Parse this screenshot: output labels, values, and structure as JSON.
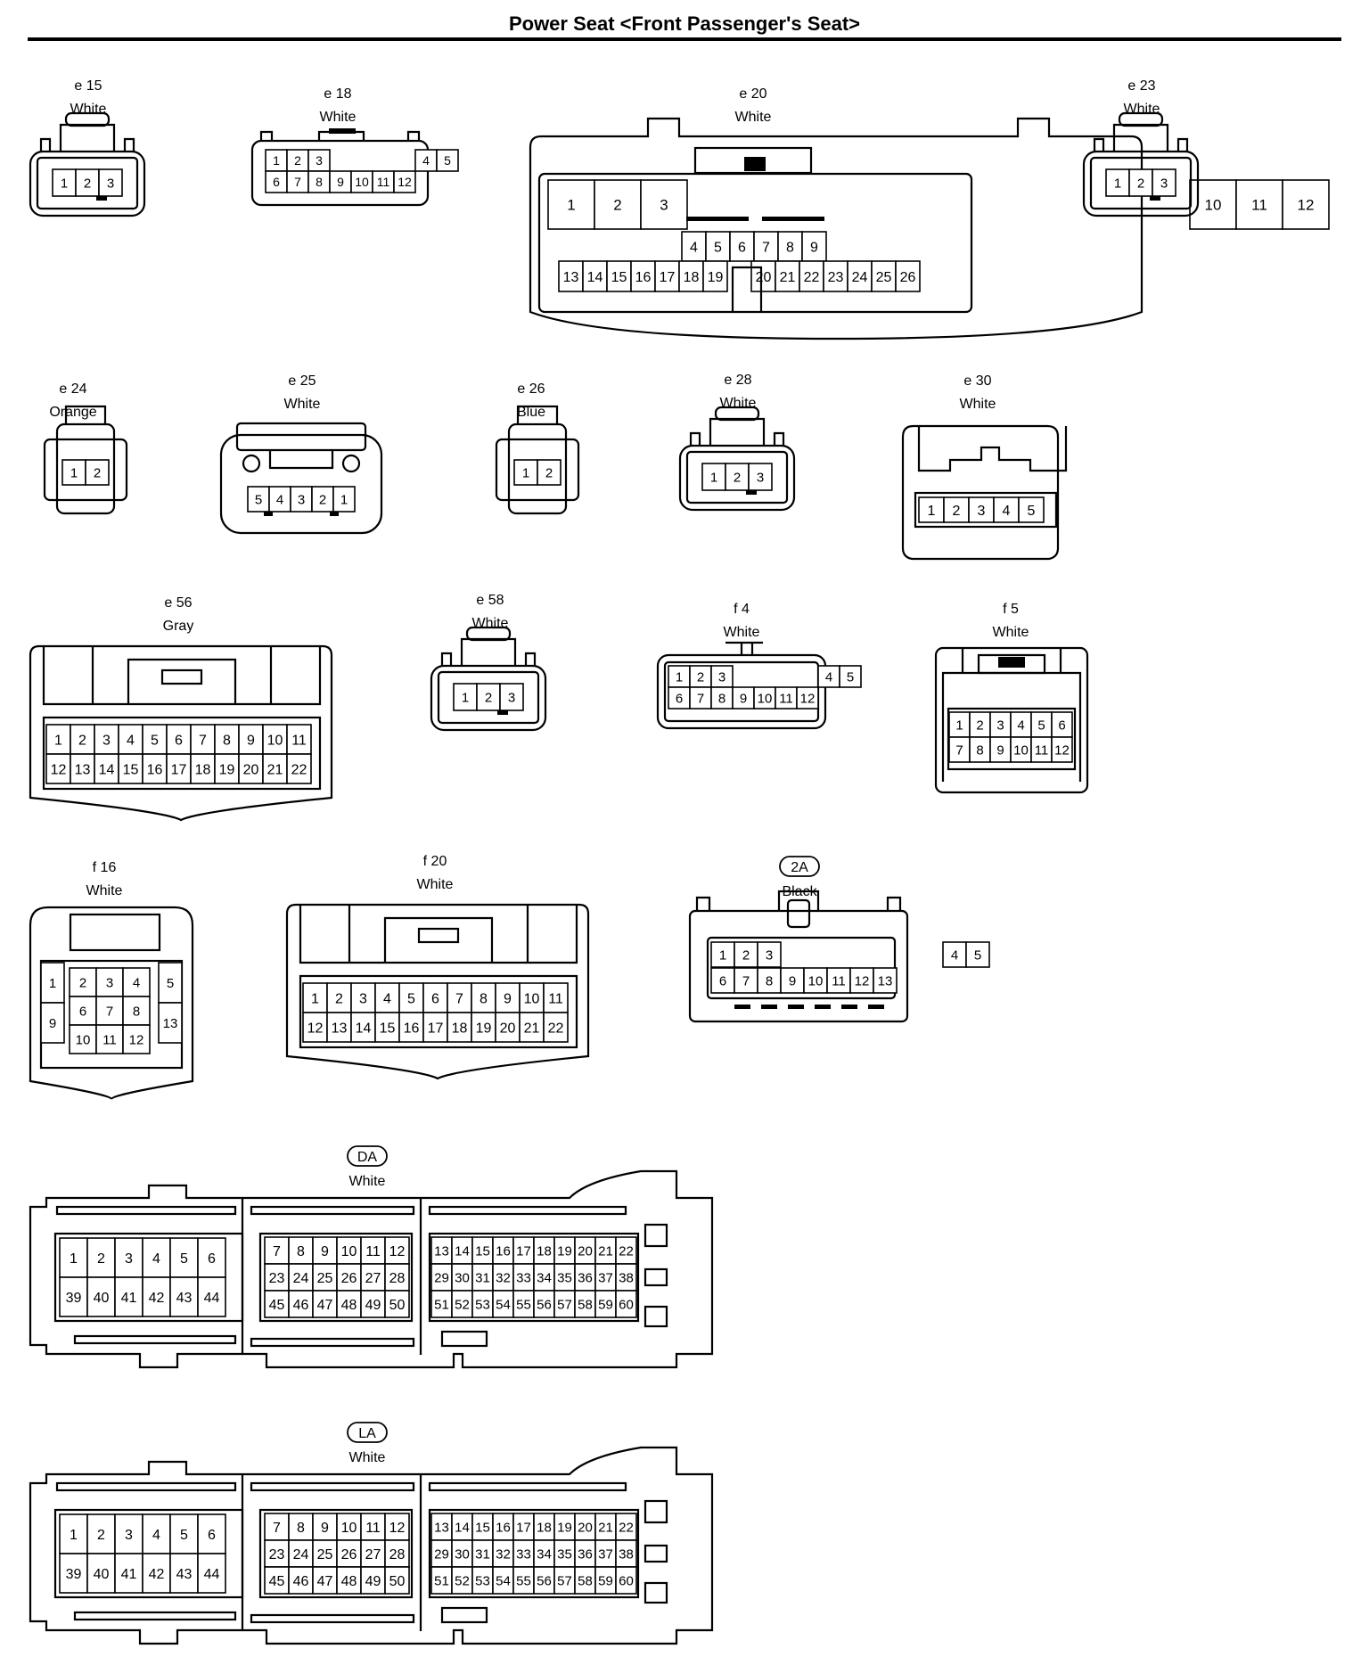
{
  "title": "Power Seat <Front Passenger's Seat>",
  "connectors": [
    {
      "code": "e 15",
      "color": "White",
      "boxed": false,
      "rows": [
        [
          "1",
          "2",
          "3"
        ]
      ]
    },
    {
      "code": "e 18",
      "color": "White",
      "boxed": false,
      "rows": [
        [
          "1",
          "2",
          "3",
          "",
          "",
          "4",
          "5"
        ],
        [
          "6",
          "7",
          "8",
          "9",
          "10",
          "11",
          "12"
        ]
      ]
    },
    {
      "code": "e 20",
      "color": "White",
      "boxed": false,
      "rows": [
        [
          "1",
          "2",
          "3",
          "",
          "",
          "",
          "",
          "",
          "",
          "",
          "10",
          "11",
          "12"
        ],
        [
          "4",
          "5",
          "6",
          "7",
          "8",
          "9"
        ],
        [
          "13",
          "14",
          "15",
          "16",
          "17",
          "18",
          "19",
          "",
          "20",
          "21",
          "22",
          "23",
          "24",
          "25",
          "26"
        ]
      ]
    },
    {
      "code": "e 23",
      "color": "White",
      "boxed": false,
      "rows": [
        [
          "1",
          "2",
          "3"
        ]
      ]
    },
    {
      "code": "e 24",
      "color": "Orange",
      "boxed": false,
      "rows": [
        [
          "1",
          "2"
        ]
      ]
    },
    {
      "code": "e 25",
      "color": "White",
      "boxed": false,
      "rows": [
        [
          "5",
          "4",
          "3",
          "2",
          "1"
        ]
      ]
    },
    {
      "code": "e 26",
      "color": "Blue",
      "boxed": false,
      "rows": [
        [
          "1",
          "2"
        ]
      ]
    },
    {
      "code": "e 28",
      "color": "White",
      "boxed": false,
      "rows": [
        [
          "1",
          "2",
          "3"
        ]
      ]
    },
    {
      "code": "e 30",
      "color": "White",
      "boxed": false,
      "rows": [
        [
          "1",
          "2",
          "3",
          "4",
          "5"
        ]
      ]
    },
    {
      "code": "e 56",
      "color": "Gray",
      "boxed": false,
      "rows": [
        [
          "1",
          "2",
          "3",
          "4",
          "5",
          "6",
          "7",
          "8",
          "9",
          "10",
          "11"
        ],
        [
          "12",
          "13",
          "14",
          "15",
          "16",
          "17",
          "18",
          "19",
          "20",
          "21",
          "22"
        ]
      ]
    },
    {
      "code": "e 58",
      "color": "White",
      "boxed": false,
      "rows": [
        [
          "1",
          "2",
          "3"
        ]
      ]
    },
    {
      "code": "f 4",
      "color": "White",
      "boxed": false,
      "rows": [
        [
          "1",
          "2",
          "3",
          "",
          "",
          "4",
          "5"
        ],
        [
          "6",
          "7",
          "8",
          "9",
          "10",
          "11",
          "12"
        ]
      ]
    },
    {
      "code": "f 5",
      "color": "White",
      "boxed": false,
      "rows": [
        [
          "1",
          "2",
          "3",
          "4",
          "5",
          "6"
        ],
        [
          "7",
          "8",
          "9",
          "10",
          "11",
          "12"
        ]
      ]
    },
    {
      "code": "f 16",
      "color": "White",
      "boxed": false,
      "rows": [
        [
          "1",
          "2",
          "3",
          "4",
          "5"
        ],
        [
          "9",
          "6",
          "7",
          "8",
          "13"
        ],
        [
          "10",
          "11",
          "12"
        ]
      ]
    },
    {
      "code": "f 20",
      "color": "White",
      "boxed": false,
      "rows": [
        [
          "1",
          "2",
          "3",
          "4",
          "5",
          "6",
          "7",
          "8",
          "9",
          "10",
          "11"
        ],
        [
          "12",
          "13",
          "14",
          "15",
          "16",
          "17",
          "18",
          "19",
          "20",
          "21",
          "22"
        ]
      ]
    },
    {
      "code": "2A",
      "color": "Black",
      "boxed": true,
      "rows": [
        [
          "1",
          "2",
          "3",
          "",
          "",
          "",
          "",
          "4",
          "5"
        ],
        [
          "6",
          "7",
          "8",
          "9",
          "10",
          "11",
          "12",
          "13"
        ]
      ]
    },
    {
      "code": "DA",
      "color": "White",
      "boxed": true,
      "rows": [
        [
          "1",
          "2",
          "3",
          "4",
          "5",
          "6"
        ],
        [
          "39",
          "40",
          "41",
          "42",
          "43",
          "44"
        ],
        [
          "7",
          "8",
          "9",
          "10",
          "11",
          "12"
        ],
        [
          "23",
          "24",
          "25",
          "26",
          "27",
          "28"
        ],
        [
          "45",
          "46",
          "47",
          "48",
          "49",
          "50"
        ],
        [
          "13",
          "14",
          "15",
          "16",
          "17",
          "18",
          "19",
          "20",
          "21",
          "22"
        ],
        [
          "29",
          "30",
          "31",
          "32",
          "33",
          "34",
          "35",
          "36",
          "37",
          "38"
        ],
        [
          "51",
          "52",
          "53",
          "54",
          "55",
          "56",
          "57",
          "58",
          "59",
          "60"
        ]
      ]
    },
    {
      "code": "LA",
      "color": "White",
      "boxed": true,
      "rows": [
        [
          "1",
          "2",
          "3",
          "4",
          "5",
          "6"
        ],
        [
          "39",
          "40",
          "41",
          "42",
          "43",
          "44"
        ],
        [
          "7",
          "8",
          "9",
          "10",
          "11",
          "12"
        ],
        [
          "23",
          "24",
          "25",
          "26",
          "27",
          "28"
        ],
        [
          "45",
          "46",
          "47",
          "48",
          "49",
          "50"
        ],
        [
          "13",
          "14",
          "15",
          "16",
          "17",
          "18",
          "19",
          "20",
          "21",
          "22"
        ],
        [
          "29",
          "30",
          "31",
          "32",
          "33",
          "34",
          "35",
          "36",
          "37",
          "38"
        ],
        [
          "51",
          "52",
          "53",
          "54",
          "55",
          "56",
          "57",
          "58",
          "59",
          "60"
        ]
      ]
    }
  ]
}
